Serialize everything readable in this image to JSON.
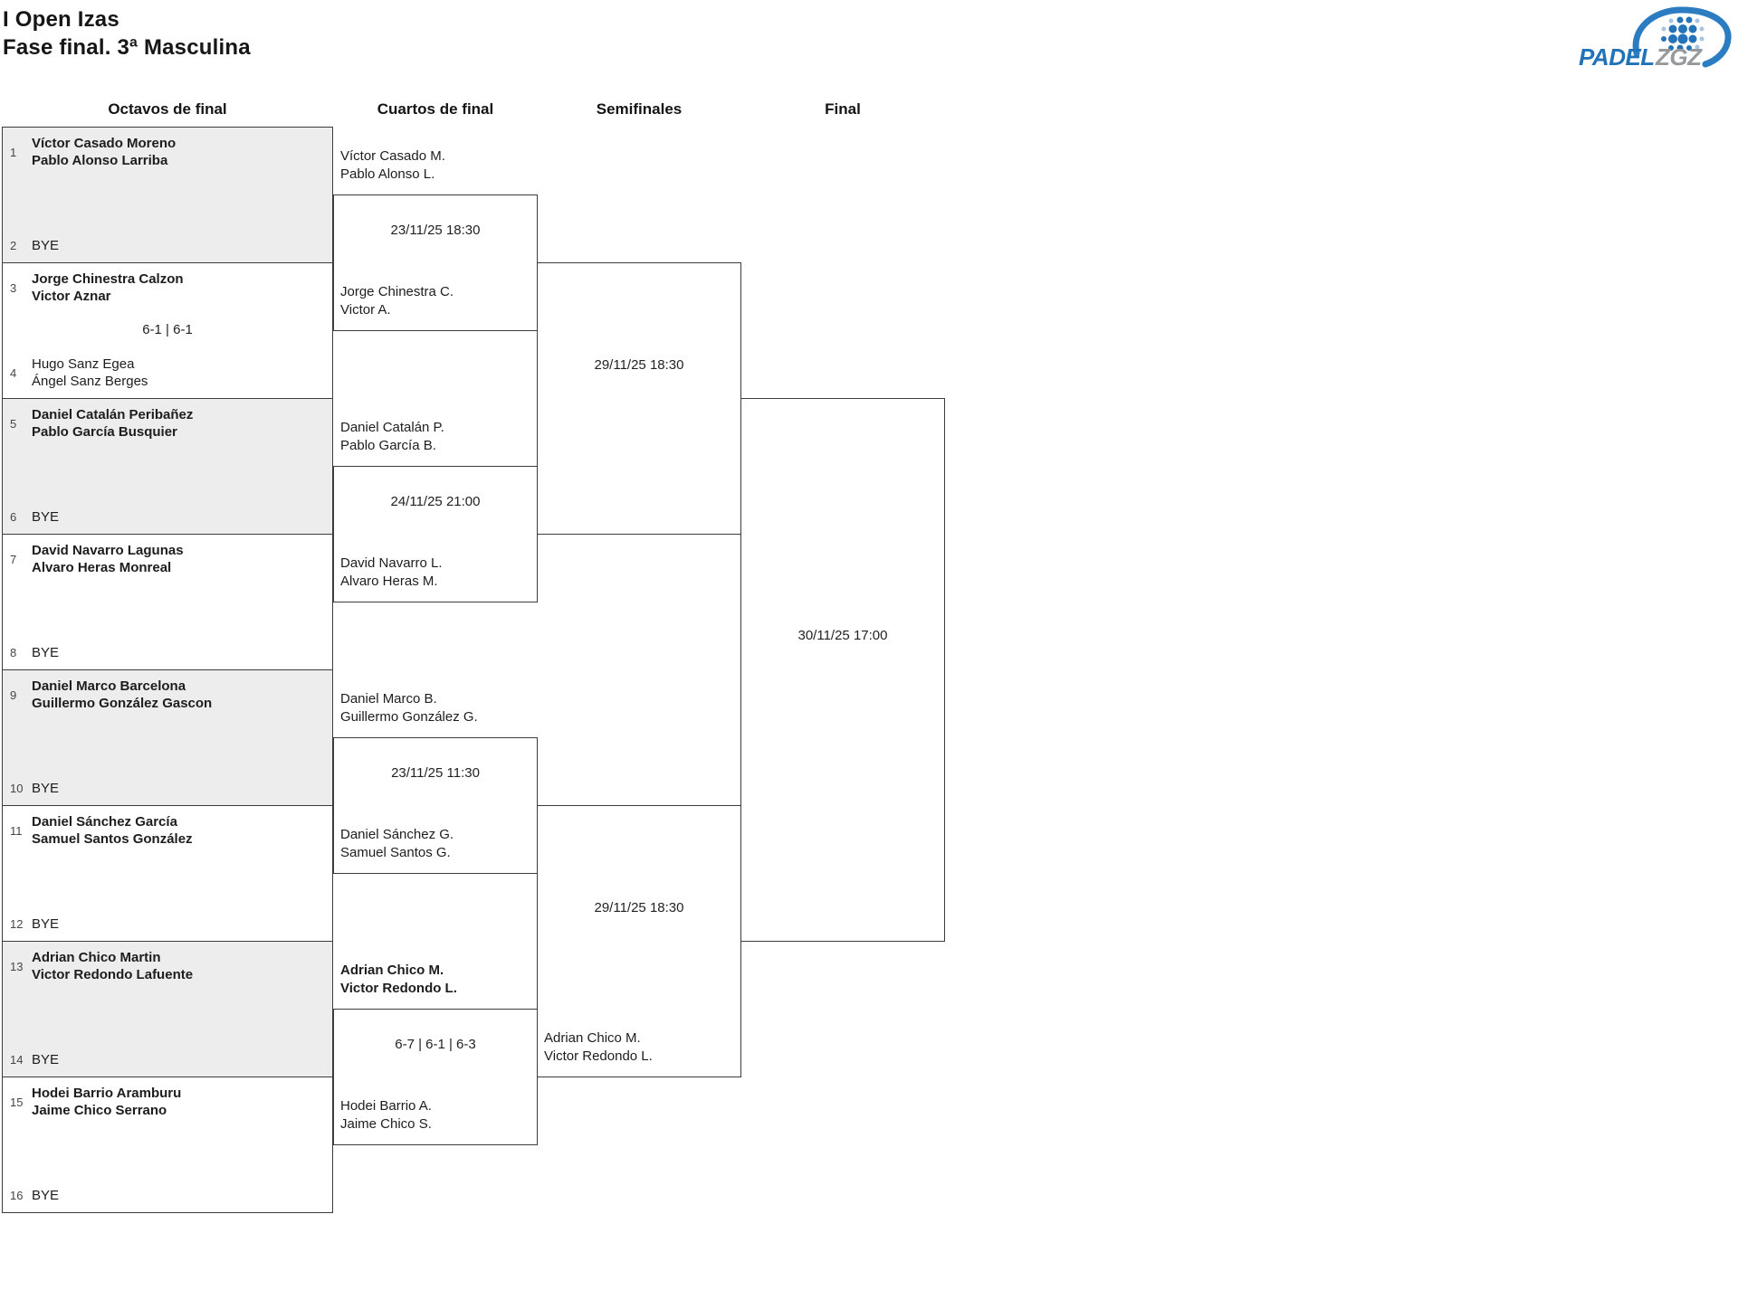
{
  "title": {
    "line1": "I Open Izas",
    "line2": "Fase final. 3ª Masculina"
  },
  "logo": {
    "text1": "PADEL",
    "text2": "ZGZ",
    "color1": "#2173b9",
    "color2": "#97999c"
  },
  "rounds": {
    "octavos": "Octavos de final",
    "cuartos": "Cuartos de final",
    "semifinales": "Semifinales",
    "final": "Final"
  },
  "r16": [
    {
      "seedTop": "1",
      "top": [
        "Víctor Casado Moreno",
        "Pablo Alonso Larriba"
      ],
      "score": "",
      "seedBottom": "2",
      "bottom": [
        "BYE",
        ""
      ]
    },
    {
      "seedTop": "3",
      "top": [
        "Jorge Chinestra Calzon",
        "Victor Aznar"
      ],
      "score": "6-1 | 6-1",
      "seedBottom": "4",
      "bottom": [
        "Hugo Sanz Egea",
        "Ángel Sanz Berges"
      ]
    },
    {
      "seedTop": "5",
      "top": [
        "Daniel Catalán Peribañez",
        "Pablo García Busquier"
      ],
      "score": "",
      "seedBottom": "6",
      "bottom": [
        "BYE",
        ""
      ]
    },
    {
      "seedTop": "7",
      "top": [
        "David Navarro Lagunas",
        "Alvaro Heras Monreal"
      ],
      "score": "",
      "seedBottom": "8",
      "bottom": [
        "BYE",
        ""
      ]
    },
    {
      "seedTop": "9",
      "top": [
        "Daniel Marco Barcelona",
        "Guillermo González Gascon"
      ],
      "score": "",
      "seedBottom": "10",
      "bottom": [
        "BYE",
        ""
      ]
    },
    {
      "seedTop": "11",
      "top": [
        "Daniel Sánchez García",
        "Samuel Santos González"
      ],
      "score": "",
      "seedBottom": "12",
      "bottom": [
        "BYE",
        ""
      ]
    },
    {
      "seedTop": "13",
      "top": [
        "Adrian Chico Martin",
        "Victor Redondo Lafuente"
      ],
      "score": "",
      "seedBottom": "14",
      "bottom": [
        "BYE",
        ""
      ]
    },
    {
      "seedTop": "15",
      "top": [
        "Hodei Barrio Aramburu",
        "Jaime Chico Serrano"
      ],
      "score": "",
      "seedBottom": "16",
      "bottom": [
        "BYE",
        ""
      ]
    }
  ],
  "qf": [
    {
      "top": [
        "Víctor Casado M.",
        "Pablo Alonso L."
      ],
      "bottom": [
        "Jorge Chinestra C.",
        "Victor A."
      ],
      "note": "23/11/25 18:30"
    },
    {
      "top": [
        "Daniel Catalán P.",
        "Pablo García B."
      ],
      "bottom": [
        "David Navarro L.",
        "Alvaro Heras M."
      ],
      "note": "24/11/25 21:00"
    },
    {
      "top": [
        "Daniel Marco B.",
        "Guillermo González G."
      ],
      "bottom": [
        "Daniel Sánchez G.",
        "Samuel Santos G."
      ],
      "note": "23/11/25 11:30"
    },
    {
      "top": [
        "Adrian Chico M.",
        "Victor Redondo L."
      ],
      "bottom": [
        "Hodei Barrio A.",
        "Jaime Chico S."
      ],
      "note": "6-7 | 6-1 | 6-3"
    }
  ],
  "sf": [
    {
      "note": "29/11/25 18:30",
      "team": [
        "",
        ""
      ]
    },
    {
      "note": "29/11/25 18:30",
      "team": [
        "Adrian Chico M.",
        "Victor Redondo L."
      ]
    }
  ],
  "final": {
    "note": "30/11/25 17:00"
  }
}
